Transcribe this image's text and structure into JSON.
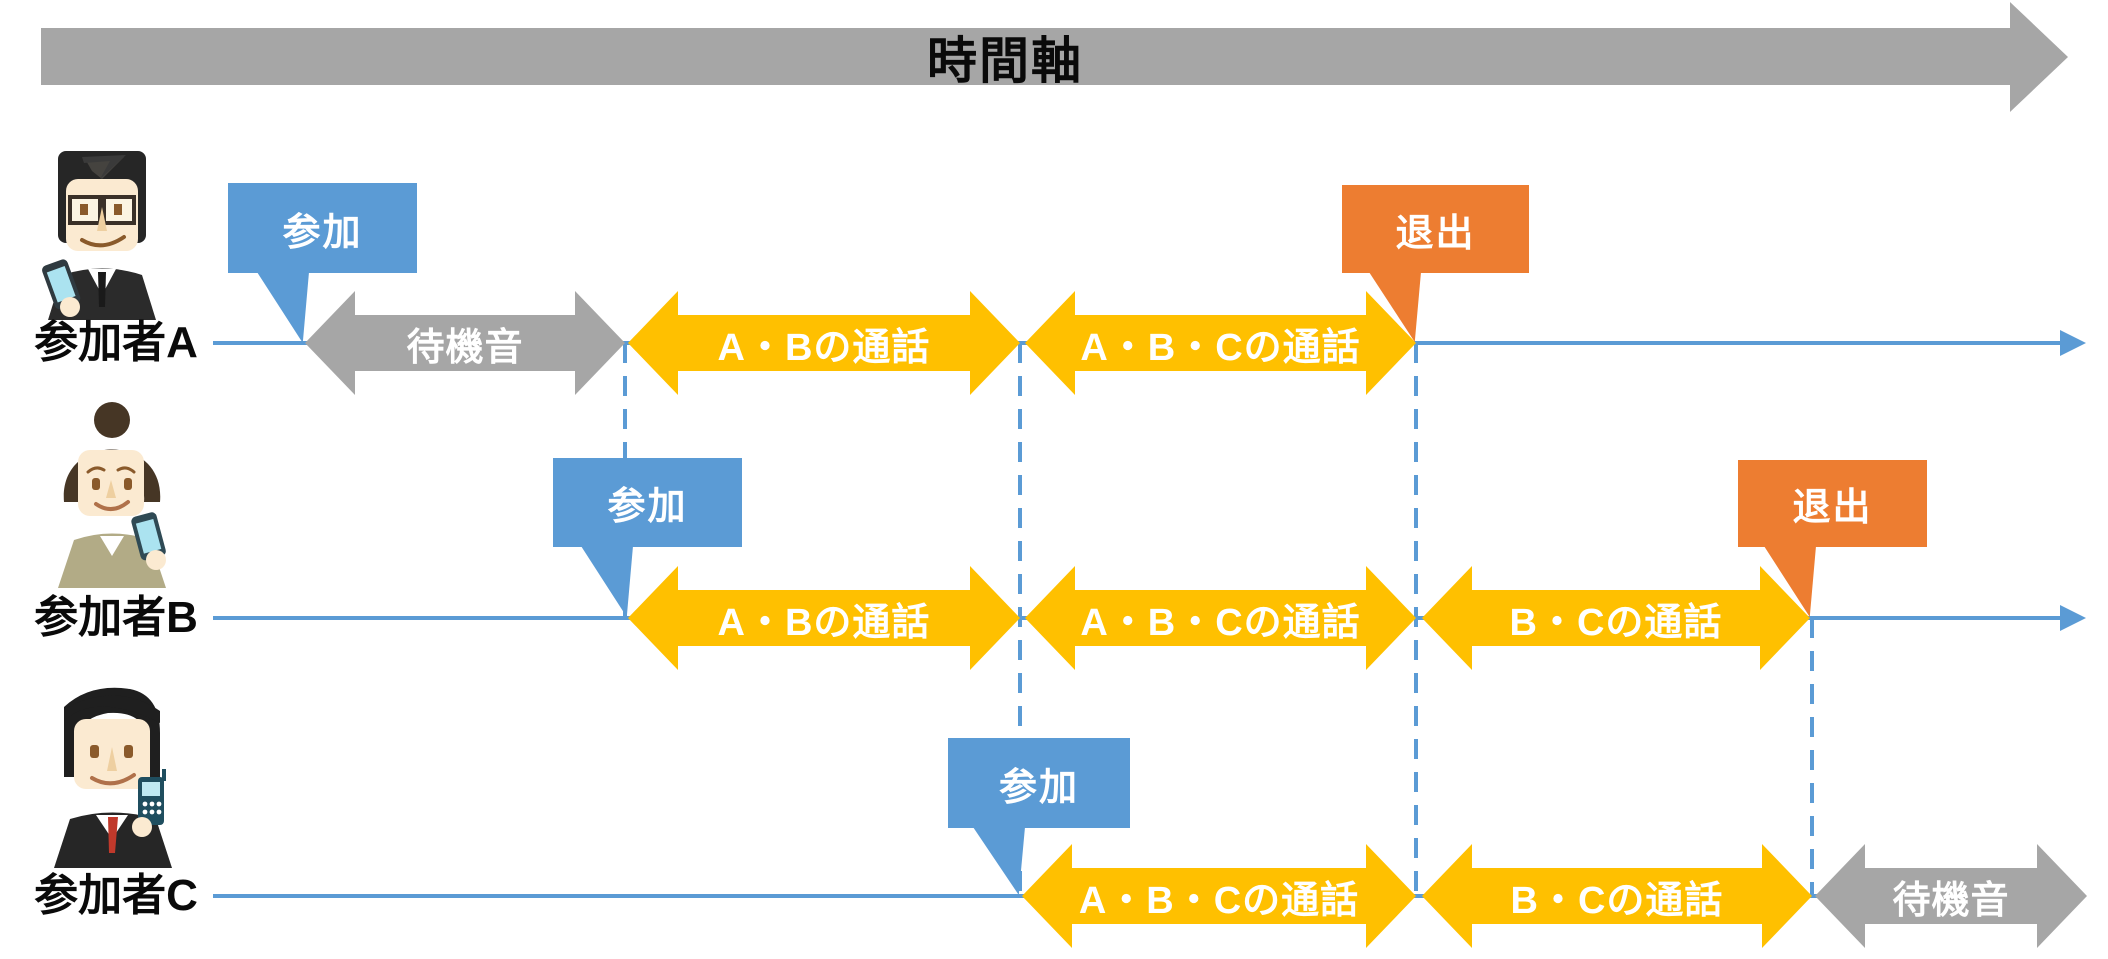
{
  "colors": {
    "axis_gray": "#A6A6A6",
    "timeline_blue": "#5B9BD5",
    "join_blue": "#5B9BD5",
    "leave_orange": "#ED7D31",
    "call_yellow": "#FFC000",
    "wait_gray": "#A6A6A6",
    "dash_blue": "#5B9BD5"
  },
  "time_axis": {
    "label": "時間軸"
  },
  "events": {
    "join": "参加",
    "leave": "退出"
  },
  "rows": [
    {
      "participant": "参加者A",
      "avatar": "businessman-with-glasses-holding-smartphone",
      "join_label": "参加",
      "leave_label": "退出",
      "segments": [
        {
          "label": "待機音",
          "kind": "wait"
        },
        {
          "label": "A・Bの通話",
          "kind": "call"
        },
        {
          "label": "A・B・Cの通話",
          "kind": "call"
        }
      ]
    },
    {
      "participant": "参加者B",
      "avatar": "businesswoman-with-bun-holding-smartphone",
      "join_label": "参加",
      "leave_label": "退出",
      "segments": [
        {
          "label": "A・Bの通話",
          "kind": "call"
        },
        {
          "label": "A・B・Cの通話",
          "kind": "call"
        },
        {
          "label": "B・Cの通話",
          "kind": "call"
        }
      ]
    },
    {
      "participant": "参加者C",
      "avatar": "businessman-with-red-tie-holding-feature-phone",
      "join_label": "参加",
      "segments": [
        {
          "label": "A・B・Cの通話",
          "kind": "call"
        },
        {
          "label": "B・Cの通話",
          "kind": "call"
        },
        {
          "label": "待機音",
          "kind": "wait"
        }
      ]
    }
  ]
}
